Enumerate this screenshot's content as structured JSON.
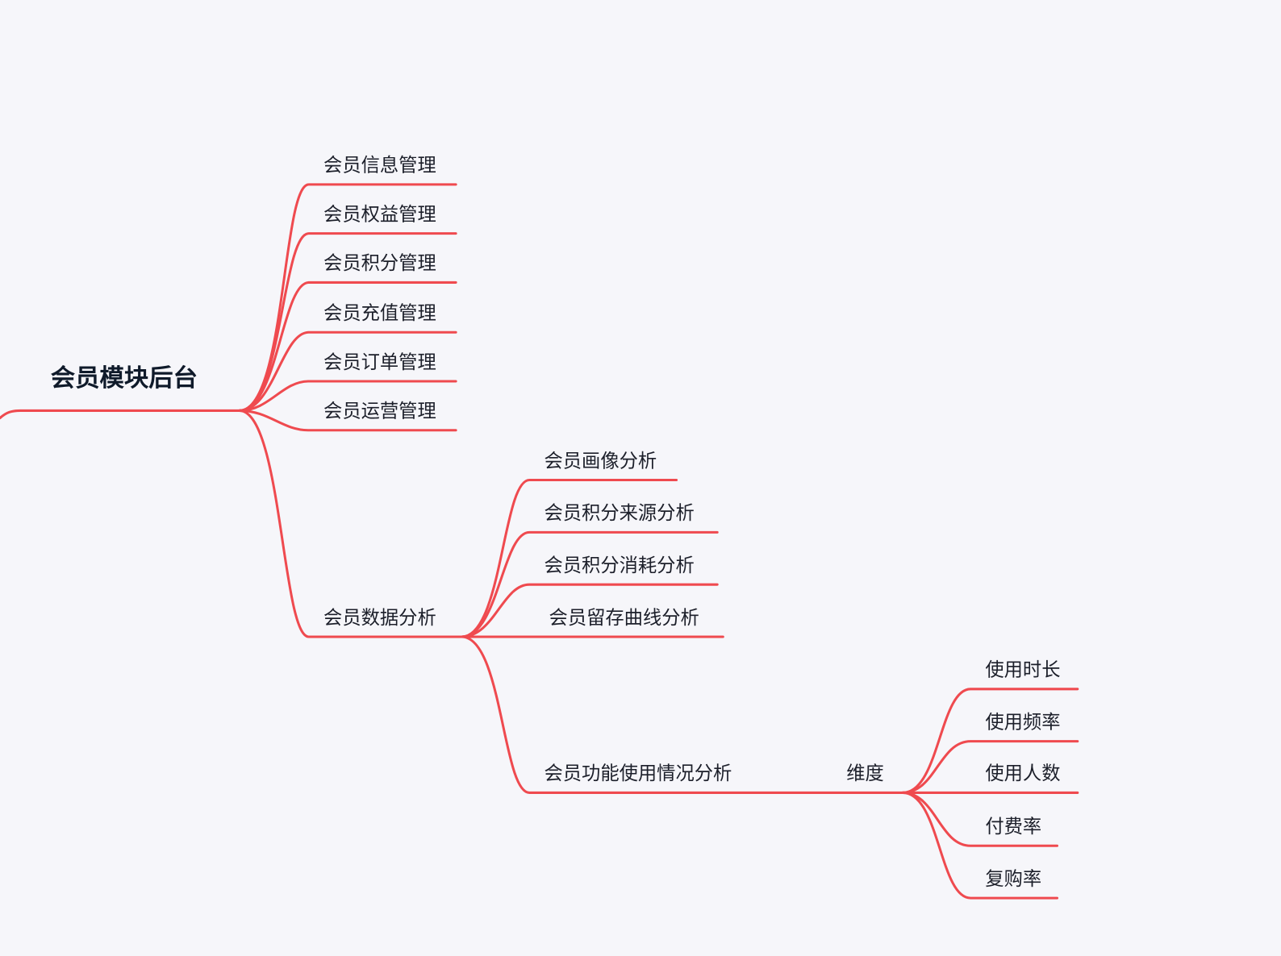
{
  "root": {
    "label": "会员模块后台"
  },
  "level1": [
    {
      "label": "会员信息管理"
    },
    {
      "label": "会员权益管理"
    },
    {
      "label": "会员积分管理"
    },
    {
      "label": "会员充值管理"
    },
    {
      "label": "会员订单管理"
    },
    {
      "label": "会员运营管理"
    },
    {
      "label": "会员数据分析"
    }
  ],
  "analysis": [
    {
      "label": "会员画像分析"
    },
    {
      "label": "会员积分来源分析"
    },
    {
      "label": "会员积分消耗分析"
    },
    {
      "label": "会员留存曲线分析"
    },
    {
      "label": "会员功能使用情况分析"
    }
  ],
  "dimension": {
    "label": "维度"
  },
  "metrics": [
    {
      "label": "使用时长"
    },
    {
      "label": "使用频率"
    },
    {
      "label": "使用人数"
    },
    {
      "label": "付费率"
    },
    {
      "label": "复购率"
    }
  ],
  "colors": {
    "branch": "#ef4a4f",
    "background": "#f6f6fa",
    "text": "#1c1f2a"
  }
}
